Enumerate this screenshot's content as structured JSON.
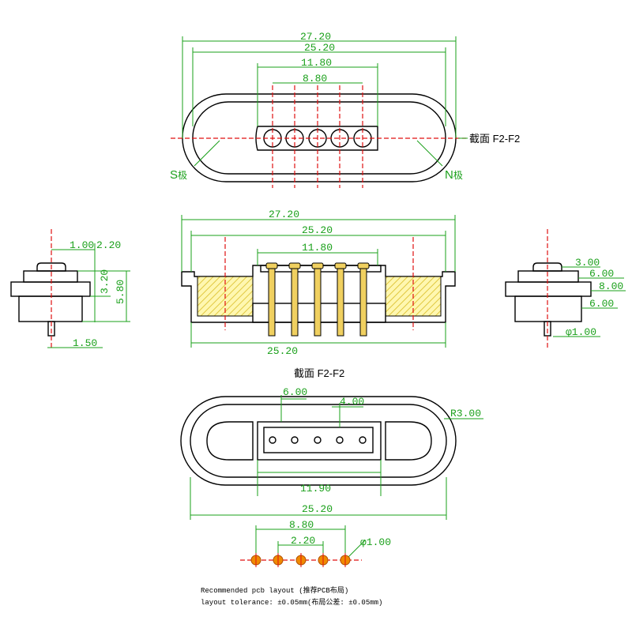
{
  "top_view": {
    "dim_27_20": "27.20",
    "dim_25_20": "25.20",
    "dim_11_80": "11.80",
    "dim_8_80": "8.80",
    "section_label": "截面 F2-F2",
    "s_pole": "S",
    "s_pole_suffix": "极",
    "n_pole": "N",
    "n_pole_suffix": "极"
  },
  "left_view": {
    "dim_1_00": "1.00",
    "dim_2_20": "2.20",
    "dim_3_20": "3.20",
    "dim_5_80": "5.80",
    "dim_1_50": "1.50"
  },
  "section_view": {
    "dim_27_20": "27.20",
    "dim_25_20_top": "25.20",
    "dim_11_80": "11.80",
    "dim_25_20_bottom": "25.20",
    "caption": "截面 F2-F2"
  },
  "right_view": {
    "dim_3_00": "3.00",
    "dim_6_00_a": "6.00",
    "dim_8_00": "8.00",
    "dim_6_00_b": "6.00",
    "dim_phi_1_00": "φ1.00"
  },
  "bottom_view": {
    "dim_6_00": "6.00",
    "dim_4_00": "4.00",
    "dim_r3_00": "R3.00",
    "dim_11_90": "11.90",
    "dim_25_20": "25.20"
  },
  "pcb_layout": {
    "dim_8_80": "8.80",
    "dim_2_20": "2.20",
    "dim_phi_1_00": "φ1.00",
    "note_line_1": "Recommended pcb layout (推荐PCB布局)",
    "note_line_2": "layout tolerance: ±0.05mm(布局公差: ±0.05mm)"
  },
  "colors": {
    "dimension": "#1aa01a",
    "centerline": "#e01010",
    "outline": "#000000",
    "pin_fill": "#f0d060",
    "pad_fill": "#f08a00"
  }
}
